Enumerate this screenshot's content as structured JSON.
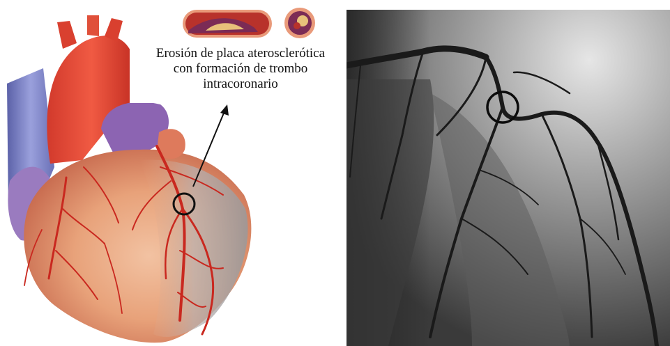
{
  "figure": {
    "left_panel": {
      "illustration": "heart-illustration",
      "inset_icons": [
        "artery-longitudinal-section-icon",
        "artery-cross-section-icon"
      ],
      "caption_lines": [
        "Erosión de placa aterosclerótica",
        "con formación de trombo",
        "intracoronario"
      ],
      "highlight": "circle-marker-on-coronary-artery"
    },
    "right_panel": {
      "image": "coronary-angiogram",
      "highlight": "circle-marker-on-lesion"
    },
    "colors": {
      "artery_red": "#c9281f",
      "heart_peach": "#e8a27a",
      "vein_blue": "#7f86c8",
      "angio_background": "#6a6a6a"
    }
  }
}
